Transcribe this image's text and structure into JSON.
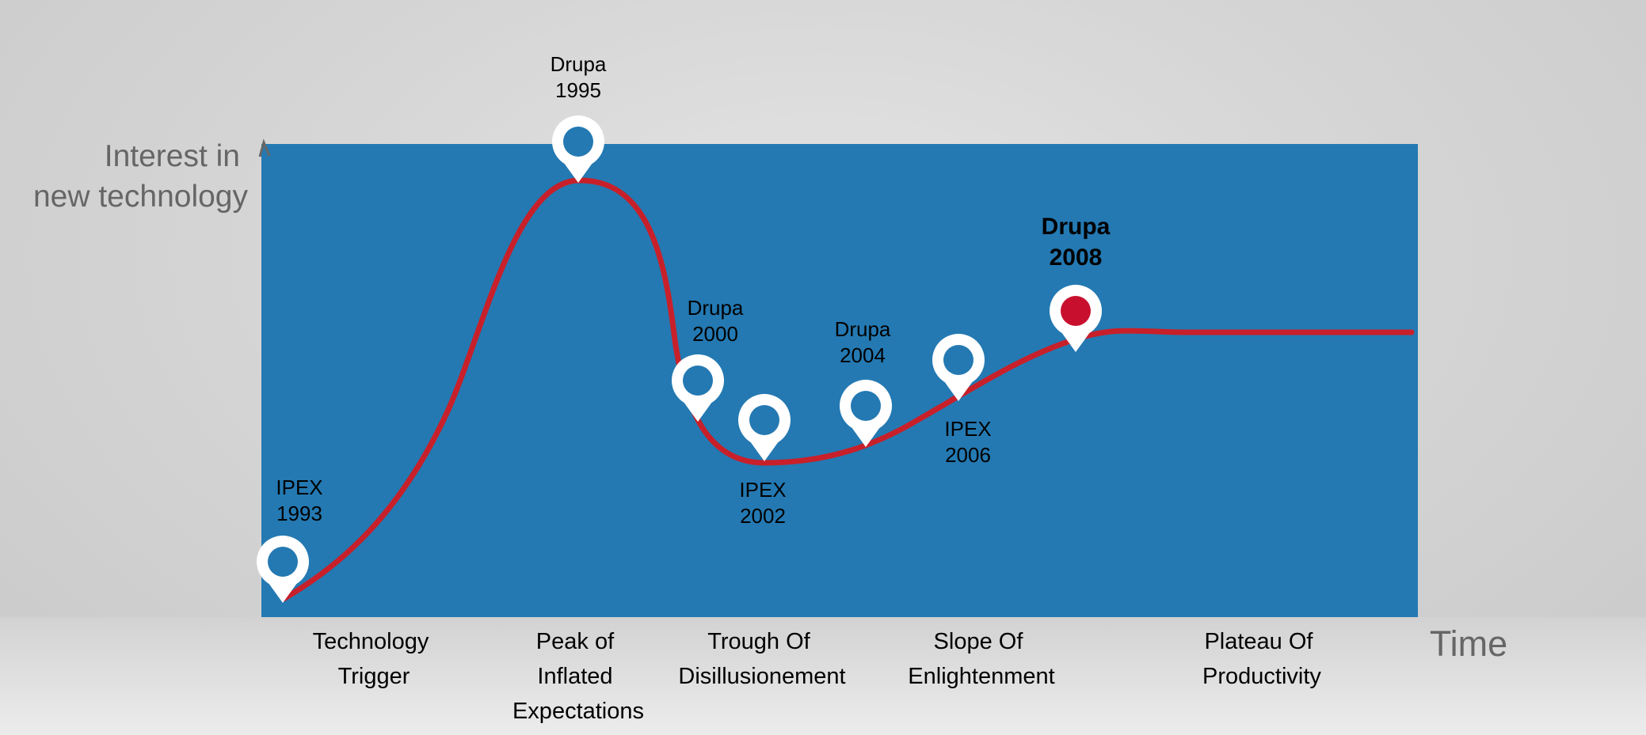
{
  "axes": {
    "y_label_line1": "Interest in",
    "y_label_line2": "new technology",
    "x_label": "Time"
  },
  "phases": [
    {
      "lines": [
        "Technology",
        "Trigger"
      ]
    },
    {
      "lines": [
        "Peak of",
        "Inflated",
        "Expectations"
      ]
    },
    {
      "lines": [
        "Trough Of",
        "Disillusionement"
      ]
    },
    {
      "lines": [
        "Slope Of",
        "Enlightenment"
      ]
    },
    {
      "lines": [
        "Plateau Of",
        "Productivity"
      ]
    }
  ],
  "events": [
    {
      "name": "IPEX",
      "year": "1993",
      "highlight": false
    },
    {
      "name": "Drupa",
      "year": "1995",
      "highlight": false
    },
    {
      "name": "Drupa",
      "year": "2000",
      "highlight": false
    },
    {
      "name": "IPEX",
      "year": "2002",
      "highlight": false
    },
    {
      "name": "Drupa",
      "year": "2004",
      "highlight": false
    },
    {
      "name": "IPEX",
      "year": "2006",
      "highlight": false
    },
    {
      "name": "Drupa",
      "year": "2008",
      "highlight": true
    }
  ],
  "colors": {
    "panel": "#2479b2",
    "curve": "#c8202a",
    "pin": "#ffffff",
    "pin_dot": "#2479b2",
    "pin_dot_highlight": "#c8102e",
    "axis_text": "#666666"
  }
}
